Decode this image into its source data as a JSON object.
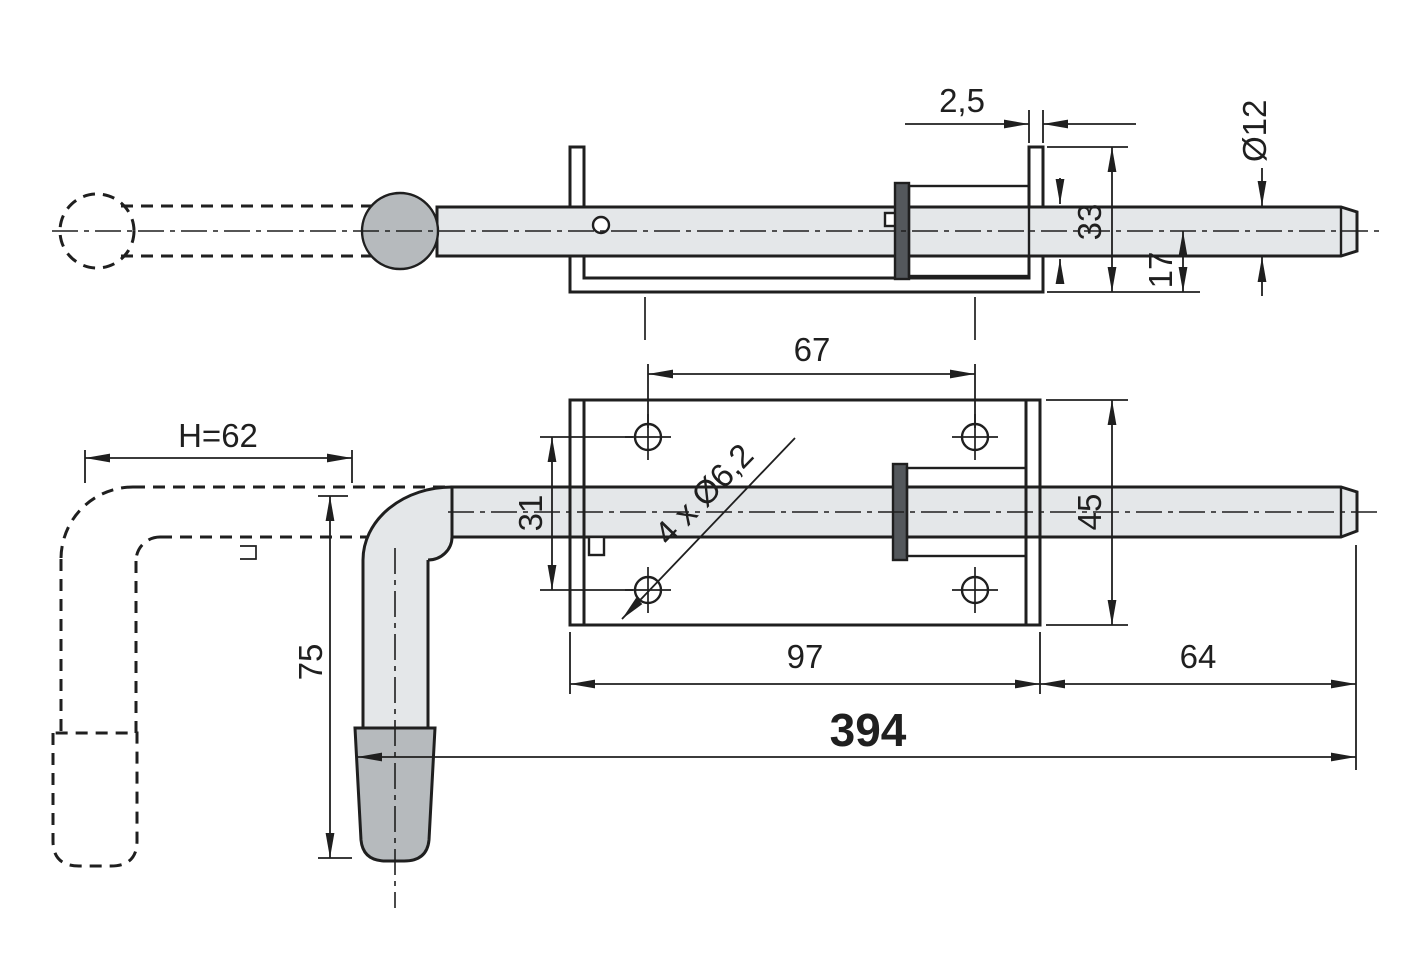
{
  "colors": {
    "line": "#1f1f1f",
    "rod": "#e4e7e9",
    "knob": "#b6babd",
    "collar": "#54585c",
    "spring": "#d6dadd",
    "bg": "#ffffff"
  },
  "dims": {
    "wall_thickness": "2,5",
    "rod_diameter": "Ø12",
    "bracket_height": "33",
    "axis_to_base": "17",
    "hole_pitch_x": "67",
    "holes_callout": "4 x Ø6,2",
    "hole_pitch_y": "31",
    "plate_width": "45",
    "plate_length": "97",
    "rod_protrusion": "64",
    "overall_length": "394",
    "handle_height": "H=62",
    "handle_drop": "75"
  }
}
